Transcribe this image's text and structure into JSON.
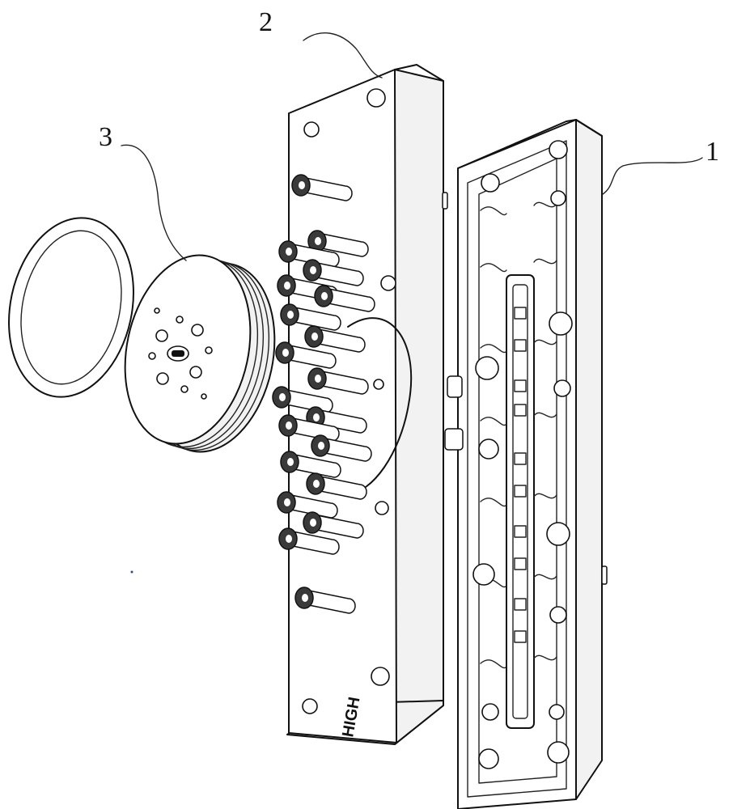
{
  "labels": {
    "part_1": "1",
    "part_2": "2",
    "part_3": "3"
  },
  "plate_marking": "HIGH",
  "colors": {
    "line": "#111111",
    "background": "#ffffff",
    "bolt_head": "#3a3a3a"
  }
}
